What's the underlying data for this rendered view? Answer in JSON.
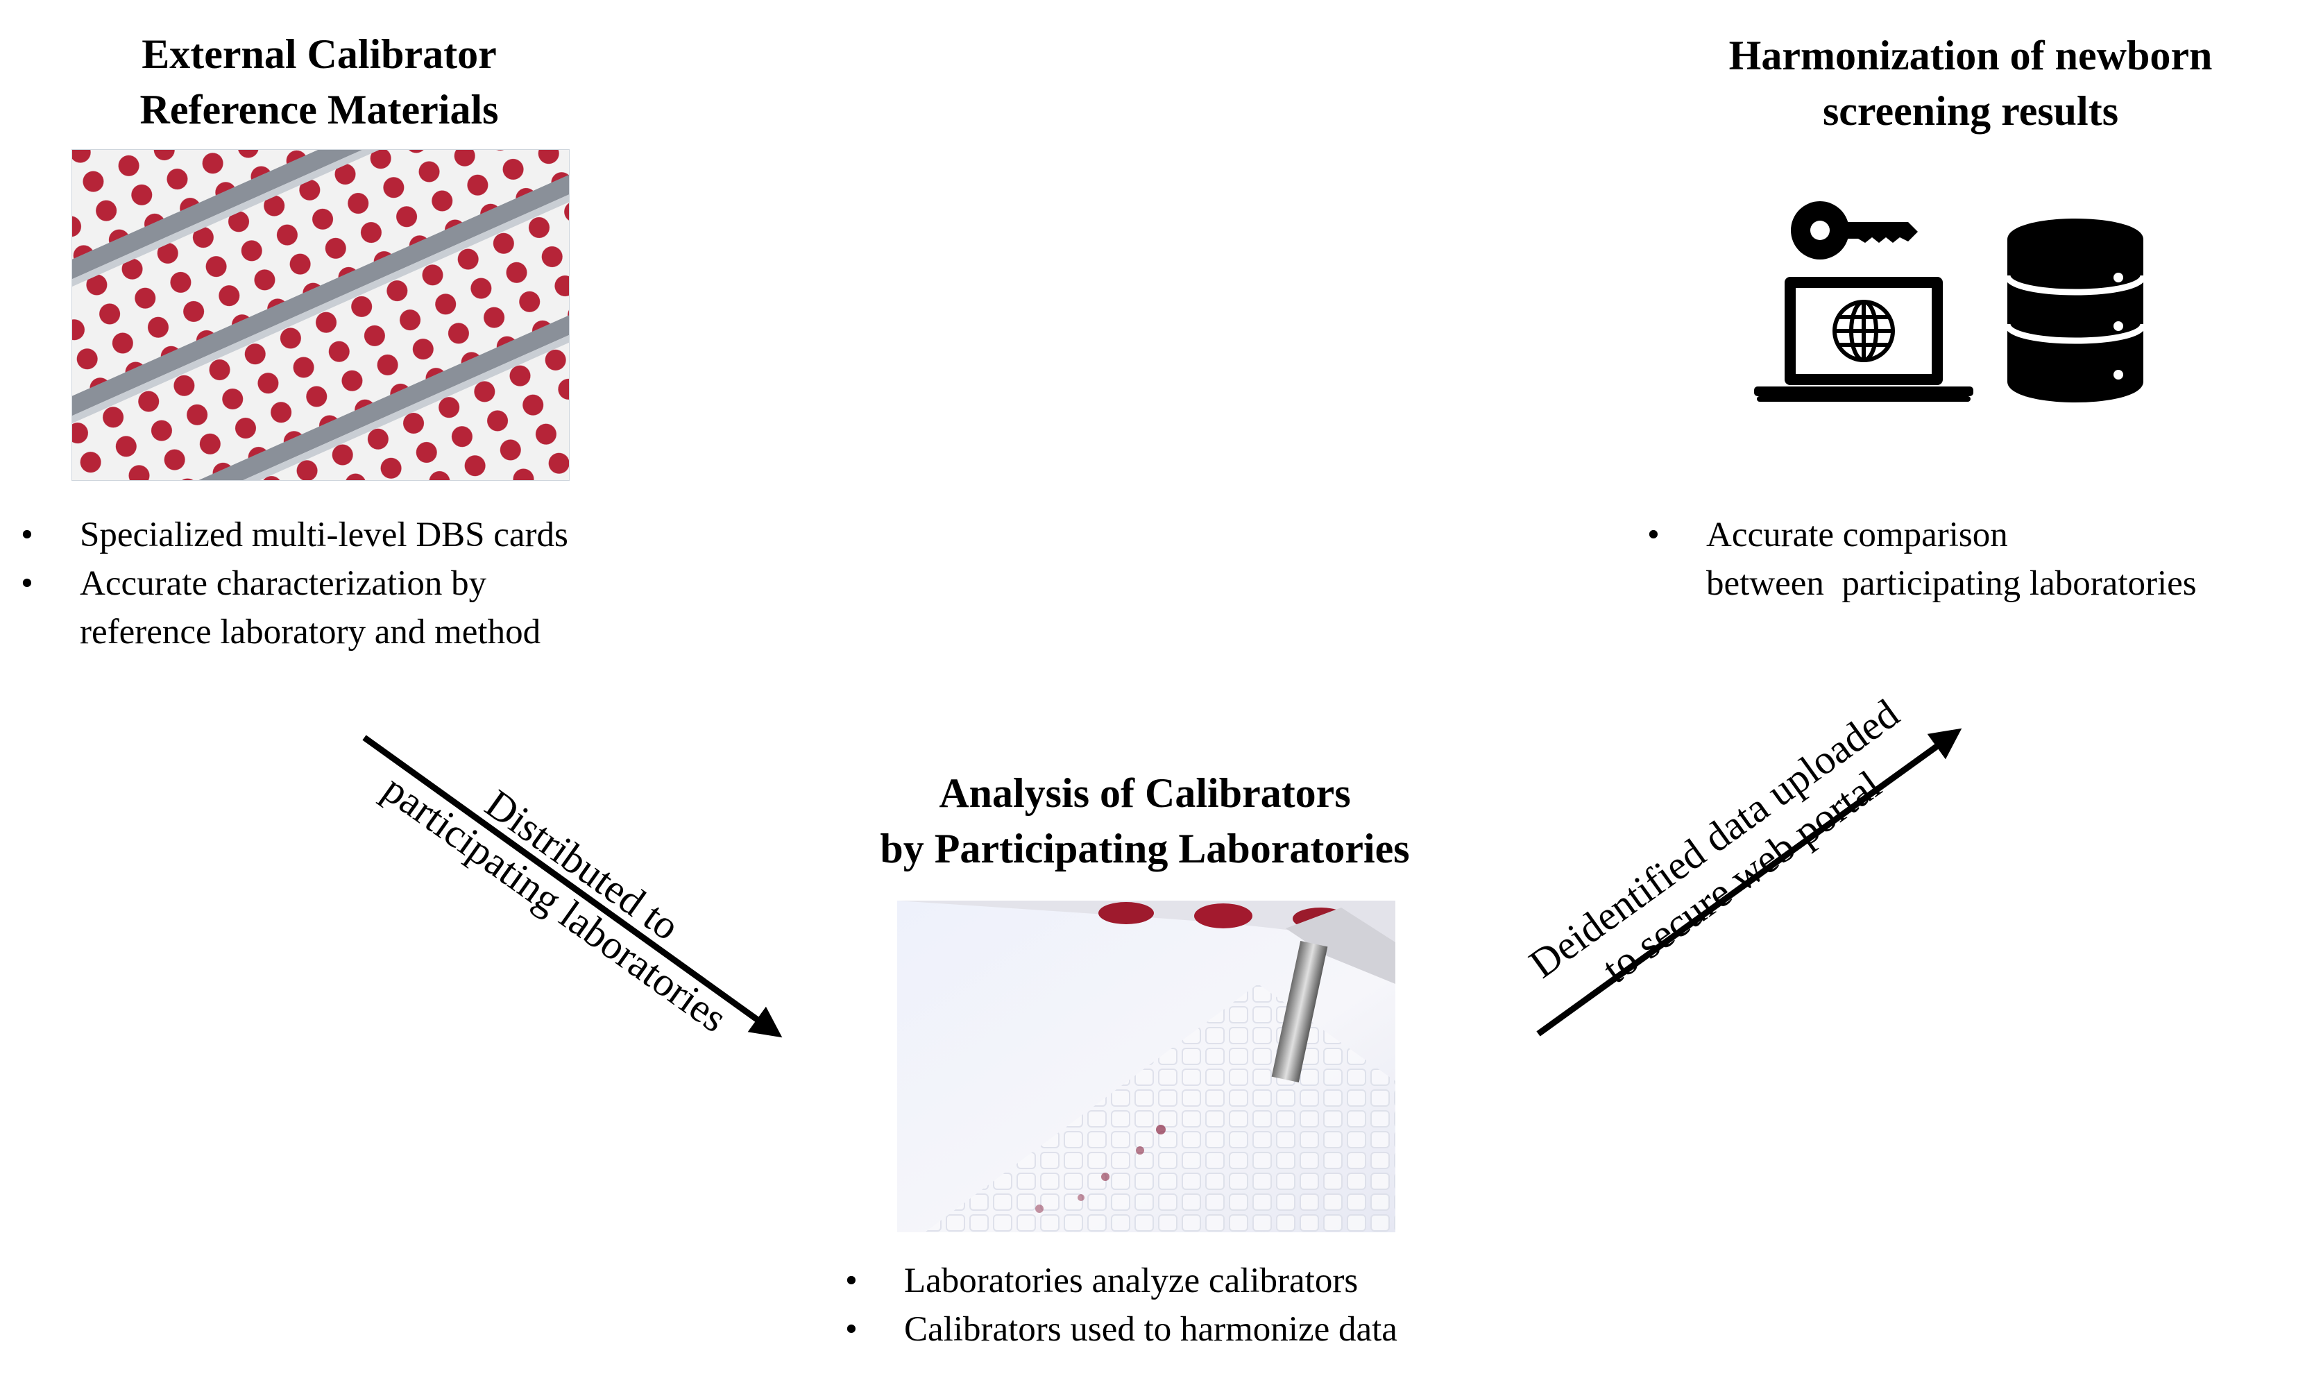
{
  "left": {
    "title_line1": "External Calibrator",
    "title_line2": "Reference Materials",
    "bullets": [
      {
        "line1": "Specialized multi-level DBS cards",
        "line2": ""
      },
      {
        "line1": "Accurate characterization by",
        "line2": "reference laboratory and method"
      }
    ]
  },
  "right": {
    "title_line1": "Harmonization of newborn",
    "title_line2": "screening results",
    "bullets": [
      {
        "line1": "Accurate comparison",
        "line2": "between  participating laboratories"
      }
    ],
    "icons": [
      "key-icon",
      "laptop-globe-icon",
      "database-icon"
    ]
  },
  "center": {
    "title_line1": "Analysis of Calibrators",
    "title_line2": "by Participating Laboratories",
    "bullets": [
      {
        "line1": "Laboratories analyze calibrators",
        "line2": ""
      },
      {
        "line1": "Calibrators used to harmonize data",
        "line2": ""
      }
    ]
  },
  "arrows": {
    "left_label_line1": "Distributed to",
    "left_label_line2": "participating laboratories",
    "right_label_line1": "Deidentified data uploaded",
    "right_label_line2": "to secure web portal"
  }
}
